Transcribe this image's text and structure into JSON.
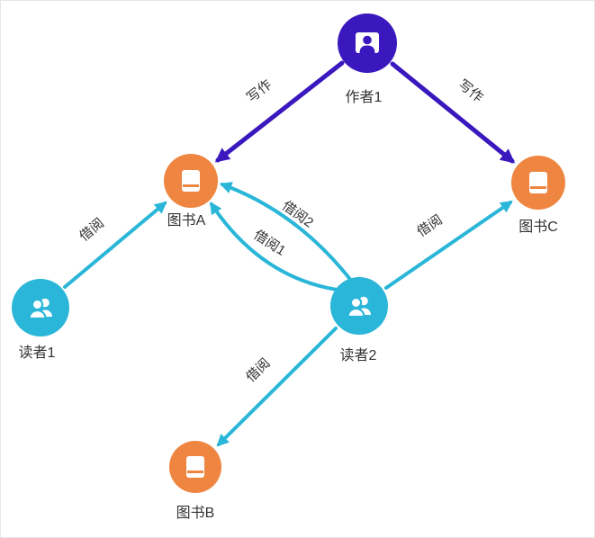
{
  "diagram": {
    "nodes": {
      "author1": {
        "label": "作者1",
        "type": "author"
      },
      "book_a": {
        "label": "图书A",
        "type": "book"
      },
      "book_b": {
        "label": "图书B",
        "type": "book"
      },
      "book_c": {
        "label": "图书C",
        "type": "book"
      },
      "reader1": {
        "label": "读者1",
        "type": "reader"
      },
      "reader2": {
        "label": "读者2",
        "type": "reader"
      }
    },
    "edges": {
      "write_a": {
        "label": "写作",
        "from": "作者1",
        "to": "图书A"
      },
      "write_c": {
        "label": "写作",
        "from": "作者1",
        "to": "图书C"
      },
      "borrow_r1_a": {
        "label": "借阅",
        "from": "读者1",
        "to": "图书A"
      },
      "borrow_r2_a_2": {
        "label": "借阅2",
        "from": "读者2",
        "to": "图书A"
      },
      "borrow_r2_a_1": {
        "label": "借阅1",
        "from": "读者2",
        "to": "图书A"
      },
      "borrow_r2_c": {
        "label": "借阅",
        "from": "读者2",
        "to": "图书C"
      },
      "borrow_r2_b": {
        "label": "借阅",
        "from": "读者2",
        "to": "图书B"
      }
    },
    "colors": {
      "author_node": "#3a18be",
      "book_node": "#ee8540",
      "reader_node": "#2ab6d8",
      "write_edge": "#3a18be",
      "borrow_edge": "#2ab6d8",
      "label_text": "#333333",
      "icon": "#ffffff"
    }
  }
}
